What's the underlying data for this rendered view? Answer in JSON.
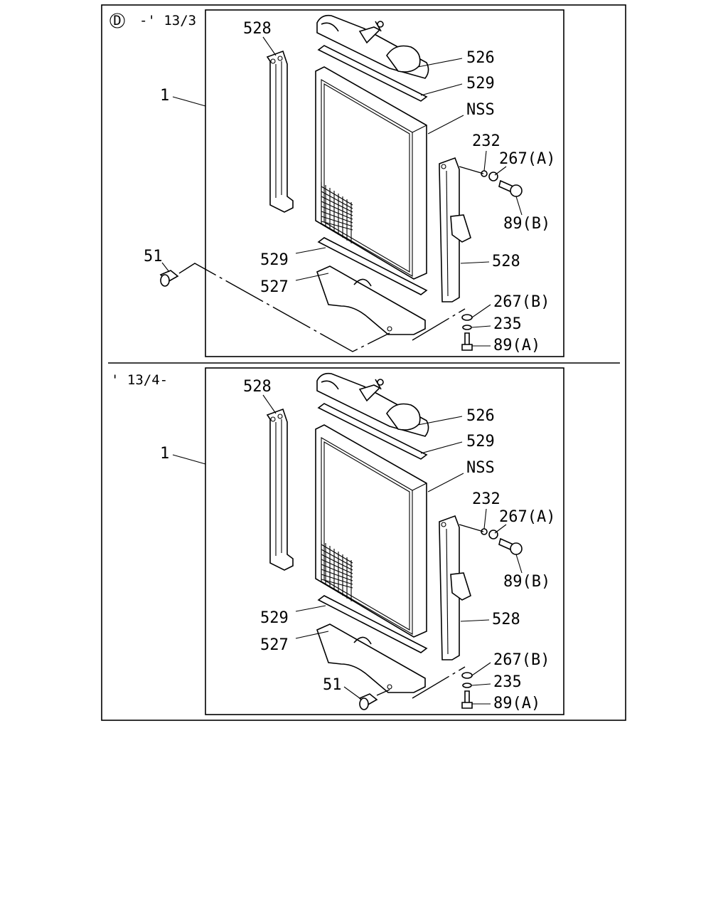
{
  "diagram": {
    "panels": [
      {
        "header": "-' 13/3",
        "header_badge": "D",
        "labels": {
          "assembly": "1",
          "p528_left": "528",
          "p526": "526",
          "p529_top": "529",
          "nss": "NSS",
          "p232": "232",
          "p267a": "267(A)",
          "p89b": "89(B)",
          "p528_right": "528",
          "p529_bottom": "529",
          "p527": "527",
          "p51": "51",
          "p267b": "267(B)",
          "p235": "235",
          "p89a": "89(A)"
        }
      },
      {
        "header": "' 13/4-",
        "labels": {
          "assembly": "1",
          "p528_left": "528",
          "p526": "526",
          "p529_top": "529",
          "nss": "NSS",
          "p232": "232",
          "p267a": "267(A)",
          "p89b": "89(B)",
          "p528_right": "528",
          "p529_bottom": "529",
          "p527": "527",
          "p51": "51",
          "p267b": "267(B)",
          "p235": "235",
          "p89a": "89(A)"
        }
      }
    ]
  }
}
